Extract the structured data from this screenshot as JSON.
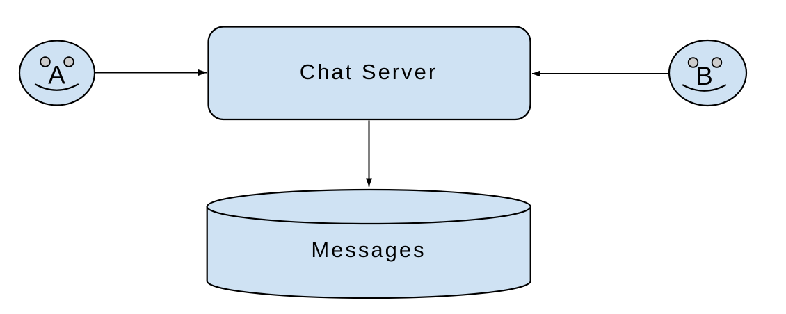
{
  "diagram": {
    "background_color": "#ffffff",
    "node_fill_color": "#cfe2f3",
    "stroke_color": "#000000",
    "eye_fill_color": "#cccccc",
    "actors": [
      {
        "label": "A"
      },
      {
        "label": "B"
      }
    ],
    "nodes": [
      {
        "label": "Chat Server",
        "shape": "rounded-rectangle"
      },
      {
        "label": "Messages",
        "shape": "database-cylinder"
      }
    ],
    "edges": [
      {
        "from": "actor A",
        "to": "Chat Server",
        "direction": "right"
      },
      {
        "from": "actor B",
        "to": "Chat Server",
        "direction": "left"
      },
      {
        "from": "Chat Server",
        "to": "Messages",
        "direction": "down"
      }
    ]
  }
}
